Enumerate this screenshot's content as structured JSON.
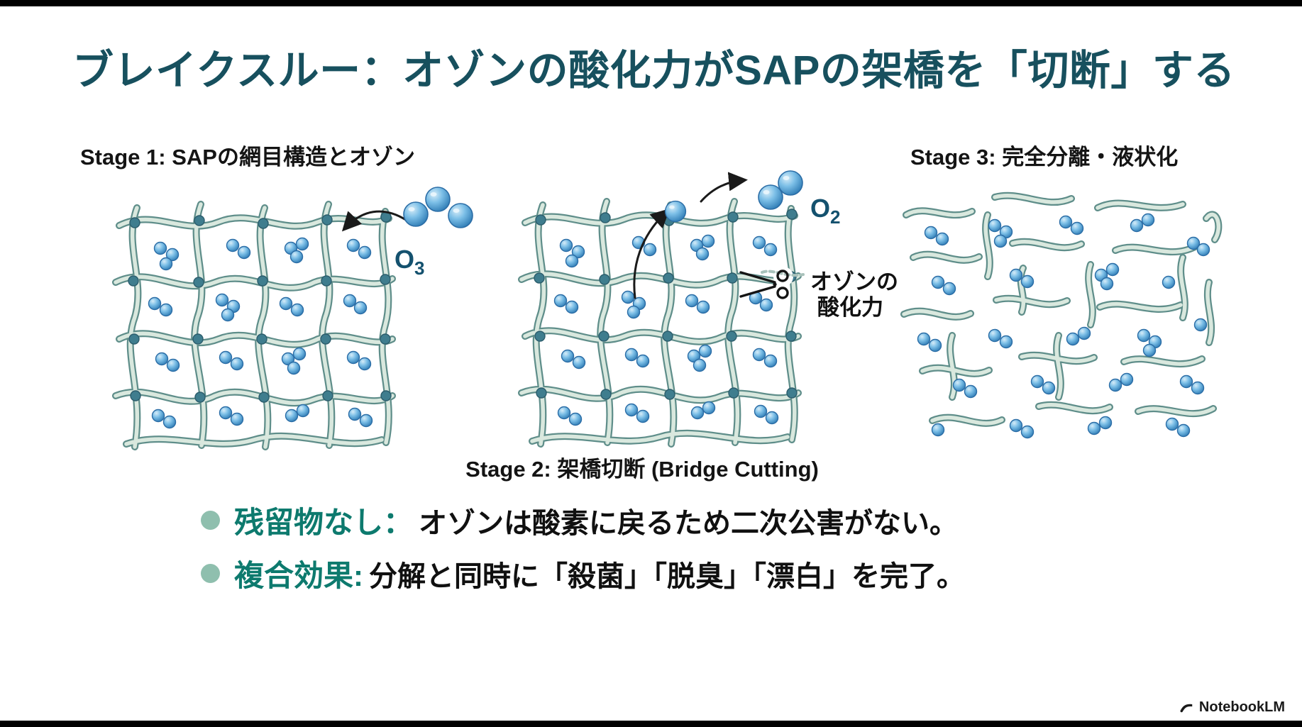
{
  "title": "ブレイクスルー：オゾンの酸化力がSAPの架橋を「切断」する",
  "stages": {
    "stage1": {
      "label": "Stage 1: SAPの網目構造とオゾン"
    },
    "stage2": {
      "label": "Stage 2: 架橋切断 (Bridge Cutting)"
    },
    "stage3": {
      "label": "Stage 3: 完全分離・液状化"
    }
  },
  "molecules": {
    "o3": {
      "base": "O",
      "sub": "3"
    },
    "o2": {
      "base": "O",
      "sub": "2"
    }
  },
  "scissor_label": {
    "line1": "オゾンの",
    "line2": "酸化力"
  },
  "bullets": [
    {
      "term": "残留物なし：",
      "text": "オゾンは酸素に戻るため二次公害がない。"
    },
    {
      "term": "複合効果:",
      "text": "分解と同時に「殺菌」「脱臭」「漂白」を完了。"
    }
  ],
  "footer": {
    "brand": "NotebookLM"
  },
  "colors": {
    "title_teal": "#17505e",
    "term_teal": "#0d7a6e",
    "bullet_dot_green": "#8fbfae",
    "water_blue": "#4da0d8",
    "strand_sage": "#d9e8de",
    "strand_outline": "#5f8e8a",
    "knot_teal": "#3f7d8e"
  }
}
